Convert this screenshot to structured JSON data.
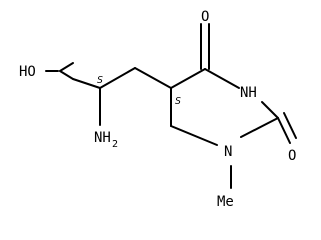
{
  "atoms": {
    "carboxyl": "HO",
    "amino_n": "NH",
    "amino_sub": "2",
    "ring_nh": "NH",
    "ring_n": "N",
    "carbonyl_top": "O",
    "carbonyl_right": "O",
    "methyl": "Me"
  },
  "stereo": {
    "alpha_center": "S",
    "ring_center": "S"
  }
}
